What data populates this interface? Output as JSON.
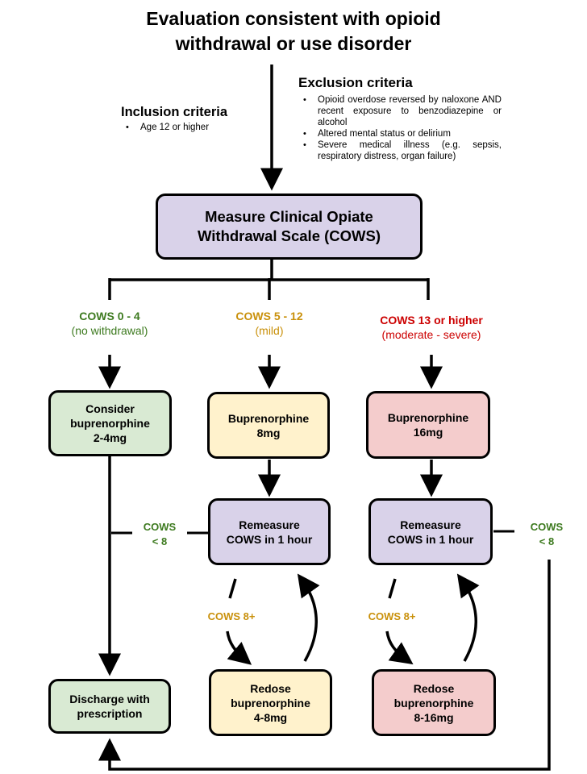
{
  "title": {
    "line1": "Evaluation consistent with opioid",
    "line2": "withdrawal or use disorder"
  },
  "inclusion": {
    "heading": "Inclusion criteria",
    "items": [
      "Age 12 or higher"
    ]
  },
  "exclusion": {
    "heading": "Exclusion criteria",
    "items": [
      "Opioid overdose reversed by naloxone AND recent exposure to benzodiazepine or alcohol",
      "Altered mental status or delirium",
      "Severe medical illness (e.g. sepsis, respiratory distress, organ failure)"
    ]
  },
  "measure_box": "Measure Clinical Opiate\nWithdrawal Scale (COWS)",
  "branches": [
    {
      "range": "COWS 0 - 4",
      "desc": "(no withdrawal)",
      "color": "#3d7a1f"
    },
    {
      "range": "COWS 5 - 12",
      "desc": "(mild)",
      "color": "#c9900a"
    },
    {
      "range": "COWS 13 or higher",
      "desc": "(moderate - severe)",
      "color": "#cc0000"
    }
  ],
  "boxes": {
    "consider": "Consider\nbuprenorphine\n2-4mg",
    "bup8": "Buprenorphine\n8mg",
    "bup16": "Buprenorphine\n16mg",
    "remeasure_mid": "Remeasure\nCOWS in 1 hour",
    "remeasure_right": "Remeasure\nCOWS in 1 hour",
    "discharge": "Discharge with\nprescription",
    "redose_mid": "Redose\nbuprenorphine\n4-8mg",
    "redose_right": "Redose\nbuprenorphine\n8-16mg"
  },
  "edge_labels": {
    "cows_lt8_mid": "COWS\n< 8",
    "cows_lt8_right": "COWS\n< 8",
    "cows_8plus_mid": "COWS 8+",
    "cows_8plus_right": "COWS 8+"
  },
  "colors": {
    "green_fill": "#d9ead3",
    "yellow_fill": "#fff2cc",
    "red_fill": "#f4cccc",
    "purple_fill": "#d9d2e9",
    "green_text": "#3d7a1f",
    "yellow_text": "#c9900a",
    "red_text": "#cc0000"
  }
}
